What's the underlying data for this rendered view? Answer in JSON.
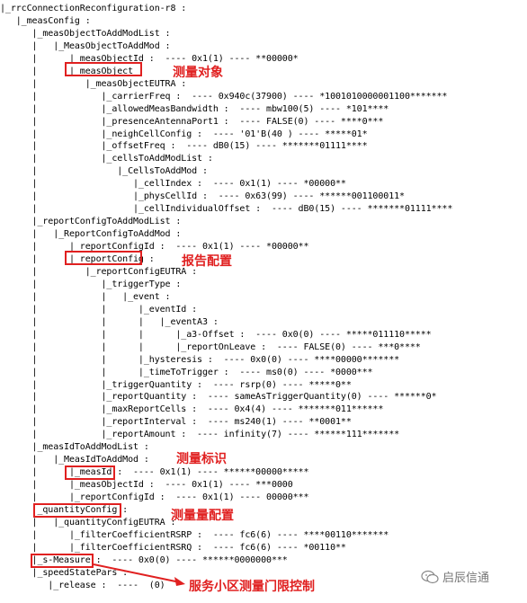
{
  "tree_lines": [
    "|_rrcConnectionReconfiguration-r8 :",
    "   |_measConfig :",
    "      |_measObjectToAddModList :",
    "      |   |_MeasObjectToAddMod :",
    "      |      |_measObjectId :  ---- 0x1(1) ---- **00000*",
    "      |      |_measObject :",
    "      |         |_measObjectEUTRA :",
    "      |            |_carrierFreq :  ---- 0x940c(37900) ---- *1001010000001100*******",
    "      |            |_allowedMeasBandwidth :  ---- mbw100(5) ---- *101****",
    "      |            |_presenceAntennaPort1 :  ---- FALSE(0) ---- ****0***",
    "      |            |_neighCellConfig :  ---- '01'B(40 ) ---- *****01*",
    "      |            |_offsetFreq :  ---- dB0(15) ---- *******01111****",
    "      |            |_cellsToAddModList :",
    "      |               |_CellsToAddMod :",
    "      |                  |_cellIndex :  ---- 0x1(1) ---- *00000**",
    "      |                  |_physCellId :  ---- 0x63(99) ---- ******001100011*",
    "      |                  |_cellIndividualOffset :  ---- dB0(15) ---- *******01111****",
    "      |_reportConfigToAddModList :",
    "      |   |_ReportConfigToAddMod :",
    "      |      |_reportConfigId :  ---- 0x1(1) ---- *00000**",
    "      |      |_reportConfig :",
    "      |         |_reportConfigEUTRA :",
    "      |            |_triggerType :",
    "      |            |   |_event :",
    "      |            |      |_eventId :",
    "      |            |      |   |_eventA3 :",
    "      |            |      |      |_a3-Offset :  ---- 0x0(0) ---- *****011110*****",
    "      |            |      |      |_reportOnLeave :  ---- FALSE(0) ---- ***0****",
    "      |            |      |_hysteresis :  ---- 0x0(0) ---- ****00000*******",
    "      |            |      |_timeToTrigger :  ---- ms0(0) ---- *0000***",
    "      |            |_triggerQuantity :  ---- rsrp(0) ---- *****0**",
    "      |            |_reportQuantity :  ---- sameAsTriggerQuantity(0) ---- ******0*",
    "      |            |_maxReportCells :  ---- 0x4(4) ---- *******011******",
    "      |            |_reportInterval :  ---- ms240(1) ---- **0001**",
    "      |            |_reportAmount :  ---- infinity(7) ---- ******111*******",
    "      |_measIdToAddModList :",
    "      |   |_MeasIdToAddMod :",
    "      |      |_measId :  ---- 0x1(1) ---- ******00000*****",
    "      |      |_measObjectId :  ---- 0x1(1) ---- ***0000",
    "      |      |_reportConfigId :  ---- 0x1(1) ---- 00000***",
    "      |_quantityConfig :",
    "      |   |_quantityConfigEUTRA :",
    "      |      |_filterCoefficientRSRP :  ---- fc6(6) ---- ****00110*******",
    "      |      |_filterCoefficientRSRQ :  ---- fc6(6) ---- *00110**",
    "      |_s-Measure :  ---- 0x0(0) ---- ******0000000***",
    "      |_speedStatePars :",
    "         |_release :  ----  (0)"
  ],
  "annotations": {
    "meas_object": "测量对象",
    "report_config": "报告配置",
    "meas_id": "测量标识",
    "quantity_config": "测量量配置",
    "s_measure": "服务小区测量门限控制"
  },
  "watermark": {
    "text": "启辰信通",
    "icon": "wechat-icon"
  },
  "colors": {
    "highlight": "#e02020",
    "text": "#000000",
    "watermark": "#777777"
  }
}
